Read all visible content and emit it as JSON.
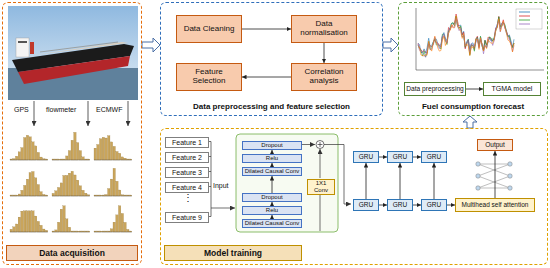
{
  "diagram": {
    "nodes": [
      {
        "text": [
          "Data acquisition"
        ]
      },
      {
        "text": [
          "Data preprocessing and feature selection"
        ]
      },
      {
        "text": [
          "Data Cleaning"
        ],
        "in": 1
      },
      {
        "text": [
          "Data normalisation"
        ],
        "in": 1
      },
      {
        "text": [
          "Correlation analysis"
        ],
        "in": 1
      },
      {
        "text": [
          "Feature Selection"
        ],
        "in": 1
      },
      {
        "text": [
          "Fuel consumption forecast"
        ]
      },
      {
        "text": [
          "Data preprocessing"
        ],
        "in": 6
      },
      {
        "text": [
          "TGMA model"
        ],
        "in": 6
      },
      {
        "text": [
          "Model training"
        ]
      },
      {
        "text": [
          "Feature 1"
        ],
        "in": 9
      },
      {
        "text": [
          "Feature 2"
        ],
        "in": 9
      },
      {
        "text": [
          "Feature 3"
        ],
        "in": 9
      },
      {
        "text": [
          "Feature 4"
        ],
        "in": 9
      },
      {
        "text": [
          "Feature 9"
        ],
        "in": 9
      },
      {
        "text": [
          "Dropout"
        ],
        "in": 9
      },
      {
        "text": [
          "Relu"
        ],
        "in": 9
      },
      {
        "text": [
          "Dilated Causal Conv"
        ],
        "in": 9
      },
      {
        "text": [
          "Dropout"
        ],
        "in": 9
      },
      {
        "text": [
          "Relu"
        ],
        "in": 9
      },
      {
        "text": [
          "Dilated Causal Conv"
        ],
        "in": 9
      },
      {
        "text": [
          "1X1 Conv"
        ],
        "in": 9
      },
      {
        "text": [
          "GRU"
        ],
        "in": 9
      },
      {
        "text": [
          "GRU"
        ],
        "in": 9
      },
      {
        "text": [
          "GRU"
        ],
        "in": 9
      },
      {
        "text": [
          "GRU"
        ],
        "in": 9
      },
      {
        "text": [
          "GRU"
        ],
        "in": 9
      },
      {
        "text": [
          "GRU"
        ],
        "in": 9
      },
      {
        "text": [
          "Multihead self attention"
        ],
        "in": 9
      },
      {
        "text": [
          "Output"
        ],
        "in": 9
      }
    ],
    "edges": [
      {
        "from": 0,
        "to": 1,
        "arrow": "to"
      },
      {
        "from": 1,
        "to": 6,
        "arrow": "to"
      },
      {
        "from": 9,
        "to": 6,
        "arrow": "to"
      },
      {
        "from": 2,
        "to": 3,
        "arrow": "to"
      },
      {
        "from": 3,
        "to": 4,
        "arrow": "to"
      },
      {
        "from": 4,
        "to": 5,
        "arrow": "to"
      },
      {
        "from": 7,
        "to": 8,
        "arrow": "to"
      },
      {
        "from": 20,
        "to": 19,
        "arrow": "to"
      },
      {
        "from": 19,
        "to": 18,
        "arrow": "to"
      },
      {
        "from": 18,
        "to": 17,
        "arrow": "to"
      },
      {
        "from": 17,
        "to": 16,
        "arrow": "to"
      },
      {
        "from": 16,
        "to": 15,
        "arrow": "to"
      },
      {
        "from": 22,
        "to": 23,
        "arrow": "to"
      },
      {
        "from": 23,
        "to": 24,
        "arrow": "to"
      },
      {
        "from": 25,
        "to": 26,
        "arrow": "to"
      },
      {
        "from": 26,
        "to": 27,
        "arrow": "to"
      },
      {
        "from": 25,
        "to": 22,
        "arrow": "to"
      },
      {
        "from": 26,
        "to": 23,
        "arrow": "to"
      },
      {
        "from": 27,
        "to": 24,
        "arrow": "to"
      },
      {
        "from": 27,
        "to": 28,
        "arrow": "to"
      },
      {
        "from": 28,
        "to": 29,
        "arrow": "to"
      }
    ],
    "labels": [
      "GPS",
      "flowmeter",
      "ECMWF",
      "⋮",
      "Input"
    ]
  }
}
